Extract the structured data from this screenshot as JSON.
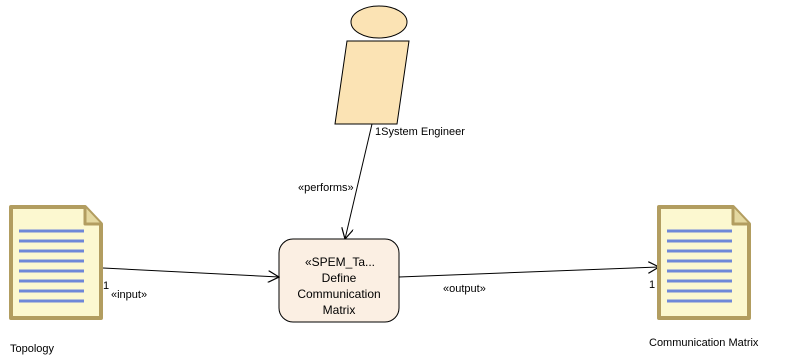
{
  "diagram": {
    "role": {
      "multiplicity": "1",
      "name": "System Engineer"
    },
    "task": {
      "stereotype": "«SPEM_Ta...",
      "lines": [
        "Define",
        "Communication",
        "Matrix"
      ]
    },
    "input_artifact": {
      "name": "Topology"
    },
    "output_artifact": {
      "name": "Communication Matrix"
    },
    "relations": {
      "performs": "«performs»",
      "input": "«input»",
      "input_multiplicity": "1",
      "output": "«output»",
      "output_multiplicity": "1"
    },
    "colors": {
      "role_fill": "#fbe3b4",
      "task_fill": "#fbefe3",
      "document_fill": "#fcf8d0",
      "document_border": "#b29d60",
      "document_lines": "#6f88d8",
      "stroke": "#000000"
    }
  }
}
